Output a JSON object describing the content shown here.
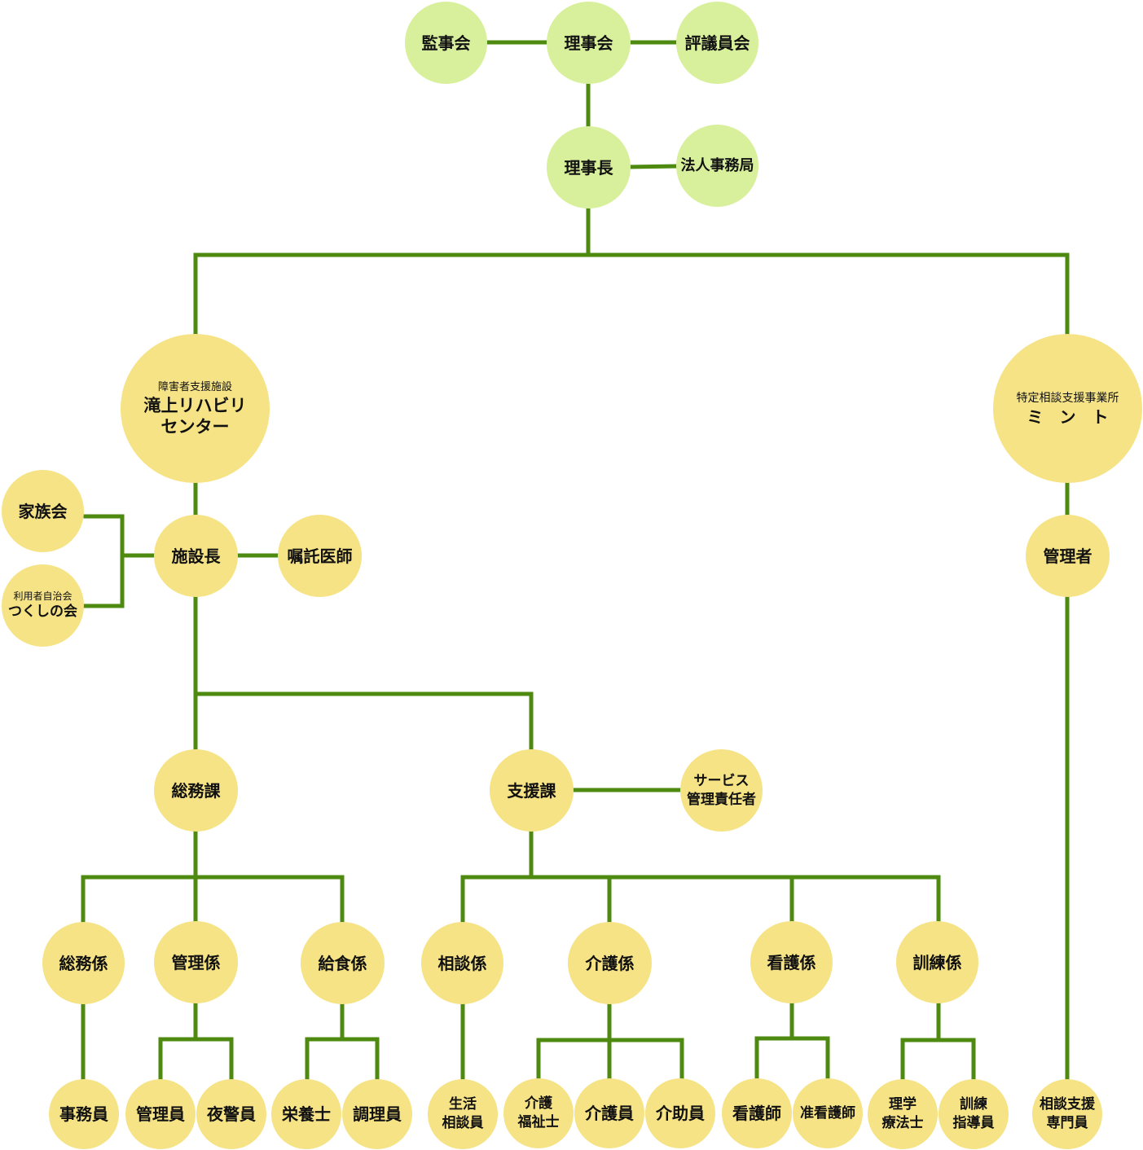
{
  "nodes": {
    "kanjikai": "監事会",
    "rijikai": "理事会",
    "hyogiinkai": "評議員会",
    "rijicho": "理事長",
    "hojin_jimukyoku": "法人事務局",
    "center": {
      "sub": "障害者支援施設",
      "line1": "滝上リハビリ",
      "line2": "センター"
    },
    "mint": {
      "sub": "特定相談支援事業所",
      "line1": "ミ　ン　ト"
    },
    "kazokukai": "家族会",
    "tsukushi": {
      "sub": "利用者自治会",
      "line1": "つくしの会"
    },
    "shisetsucho": "施設長",
    "shokutaku": "嘱託医師",
    "kanrisha": "管理者",
    "somuka": "総務課",
    "shienka": "支援課",
    "service": {
      "line1": "サービス",
      "line2": "管理責任者"
    },
    "somugakari": "総務係",
    "kanrigakari": "管理係",
    "kyushokugakari": "給食係",
    "sodangakari": "相談係",
    "kaigogakari": "介護係",
    "kangogakari": "看護係",
    "kunrengakari": "訓練係",
    "jimuin": "事務員",
    "kanriin": "管理員",
    "yakeiin": "夜警員",
    "eiyoshi": "栄養士",
    "choriin": "調理員",
    "seikatsu": {
      "line1": "生活",
      "line2": "相談員"
    },
    "kaigofukushi": {
      "line1": "介護",
      "line2": "福祉士"
    },
    "kaigoin": "介護員",
    "kaijoin": "介助員",
    "kangoshi": "看護師",
    "junkangoshi": "准看護師",
    "rigaku": {
      "line1": "理学",
      "line2": "療法士"
    },
    "kunrenshido": {
      "line1": "訓練",
      "line2": "指導員"
    },
    "sodanshien": {
      "line1": "相談支援",
      "line2": "専門員"
    }
  },
  "colors": {
    "upper": "#d8f09c",
    "lower": "#f5e386",
    "line": "#4f8a10"
  }
}
